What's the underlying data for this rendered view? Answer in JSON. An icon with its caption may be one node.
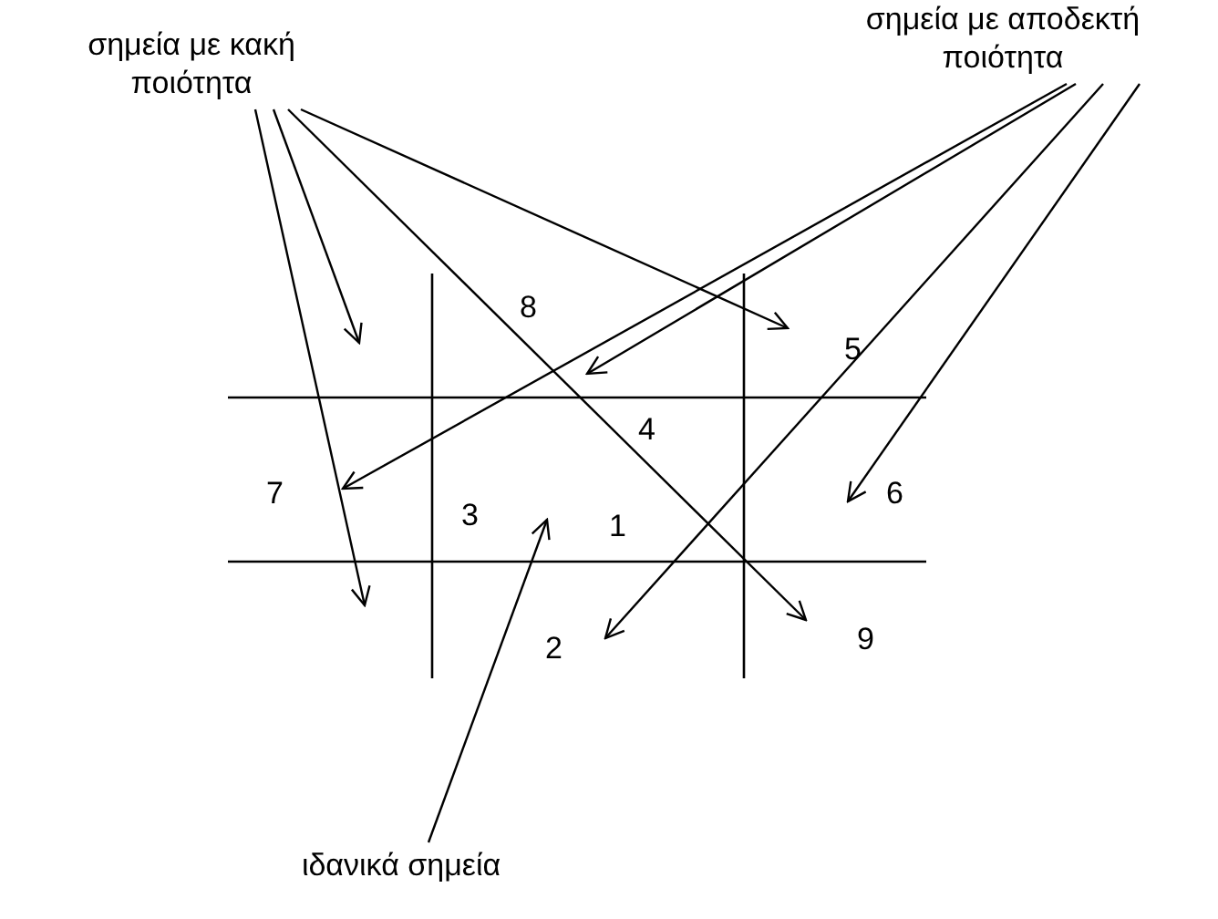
{
  "diagram": {
    "nodes": [
      {
        "text": [
          "σημεία με κακή ποιότητα"
        ]
      },
      {
        "text": [
          "σημεία με αποδεκτή ποιότητα"
        ]
      },
      {
        "text": [
          "ιδανικά σημεία"
        ]
      }
    ],
    "edges": [
      {
        "from": 0,
        "to": null,
        "arrow": "to"
      },
      {
        "from": 0,
        "to": null,
        "arrow": "to"
      },
      {
        "from": 0,
        "to": null,
        "arrow": "to"
      },
      {
        "from": 0,
        "to": null,
        "arrow": "to"
      },
      {
        "from": 1,
        "to": null,
        "arrow": "to"
      },
      {
        "from": 1,
        "to": null,
        "arrow": "to"
      },
      {
        "from": 1,
        "to": null,
        "arrow": "to"
      },
      {
        "from": 1,
        "to": null,
        "arrow": "to"
      },
      {
        "from": 2,
        "to": null,
        "arrow": "to"
      }
    ],
    "labels": [
      "8",
      "5",
      "4",
      "7",
      "3",
      "1",
      "6",
      "2",
      "9"
    ]
  }
}
